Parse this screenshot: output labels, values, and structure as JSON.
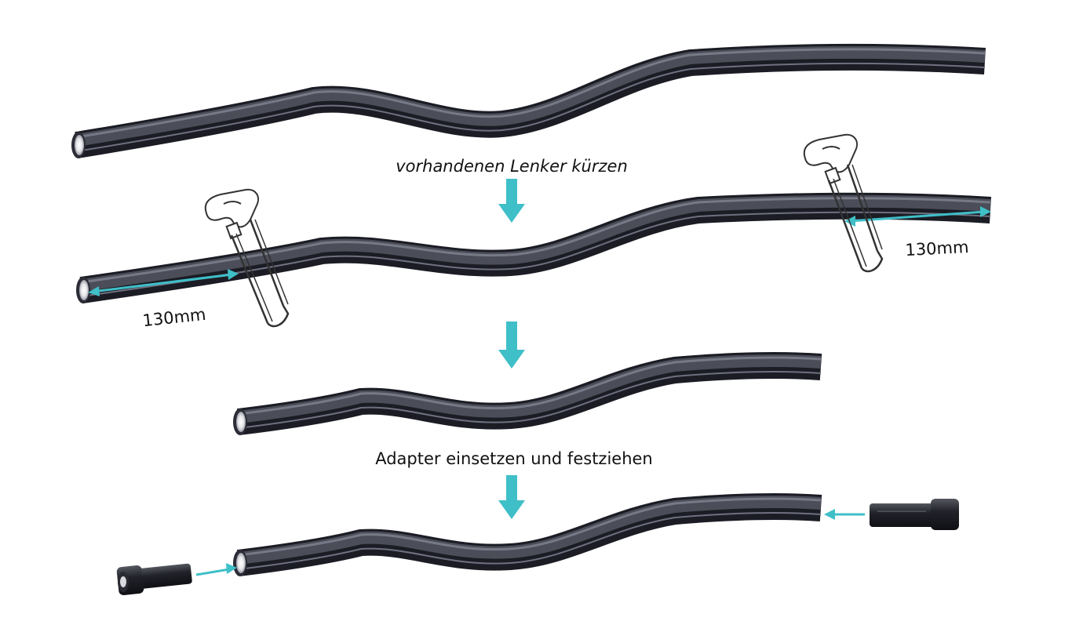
{
  "steps": {
    "step1_caption": "vorhandenen Lenker kürzen",
    "step3_caption": "Adapter einsetzen und festziehen"
  },
  "measurements": {
    "left_cut": "130mm",
    "right_cut": "130mm"
  },
  "colors": {
    "accent": "#3fbfc8",
    "bar_dark": "#1d1e26",
    "bar_mid": "#3a3b47",
    "bar_light": "#6a6d7a"
  },
  "icons": {
    "saw": "hacksaw-icon",
    "arrow": "arrow-down-icon"
  }
}
